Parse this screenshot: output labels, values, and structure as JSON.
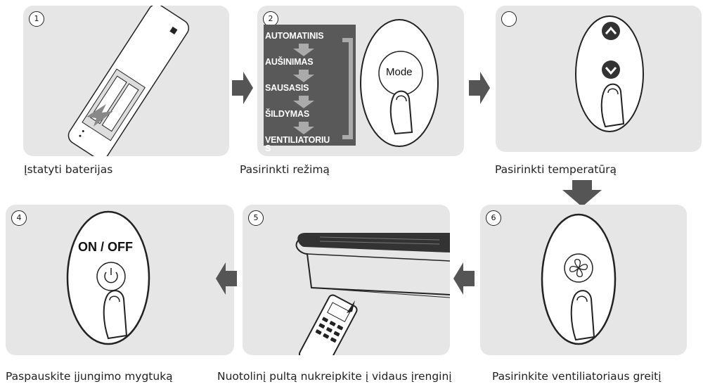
{
  "steps": [
    {
      "number": "1",
      "caption": "Įstatyti baterijas"
    },
    {
      "number": "2",
      "caption": "Pasirinkti režimą"
    },
    {
      "number": "",
      "caption": "Pasirinkti temperatūrą"
    },
    {
      "number": "4",
      "caption": "Paspauskite įjungimo mygtuką"
    },
    {
      "number": "5",
      "caption": "Nuotolinį pultą nukreipkite į vidaus įrenginį"
    },
    {
      "number": "6",
      "caption": "Pasirinkite ventiliatoriaus greitį"
    }
  ],
  "modes": [
    "AUTOMATINIS",
    "AUŠINIMAS",
    "SAUSASIS",
    "ŠILDYMAS",
    "VENTILIATORIU",
    "S"
  ],
  "mode_button_label": "Mode",
  "onoff_label": "ON / OFF",
  "colors": {
    "panel_bg": "#e6e6e6",
    "arrow": "#555555",
    "mode_list_bg": "#595959"
  }
}
